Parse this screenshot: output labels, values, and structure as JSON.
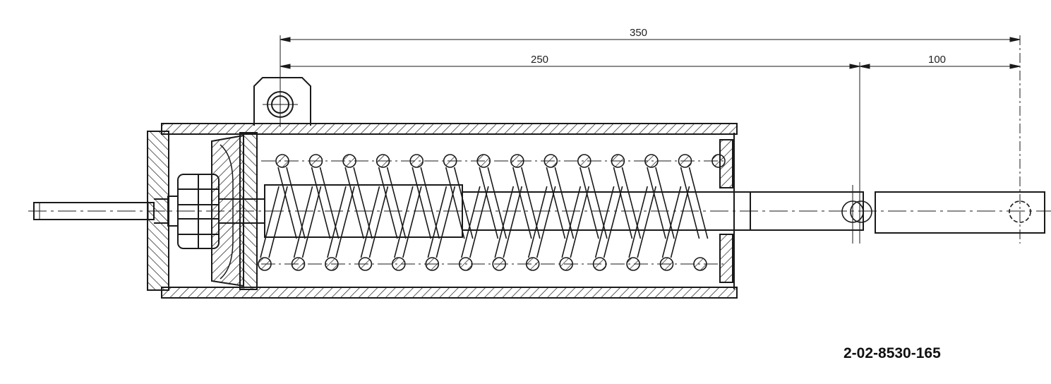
{
  "dimensions": [
    {
      "id": "overall",
      "label": "350"
    },
    {
      "id": "mid",
      "label": "250"
    },
    {
      "id": "extension",
      "label": "100"
    }
  ],
  "drawing_number": "2-02-8530-165",
  "coil_count_top": 14,
  "coil_count_bottom": 14,
  "colors": {
    "line": "#1a1a1a",
    "paper": "#ffffff"
  }
}
